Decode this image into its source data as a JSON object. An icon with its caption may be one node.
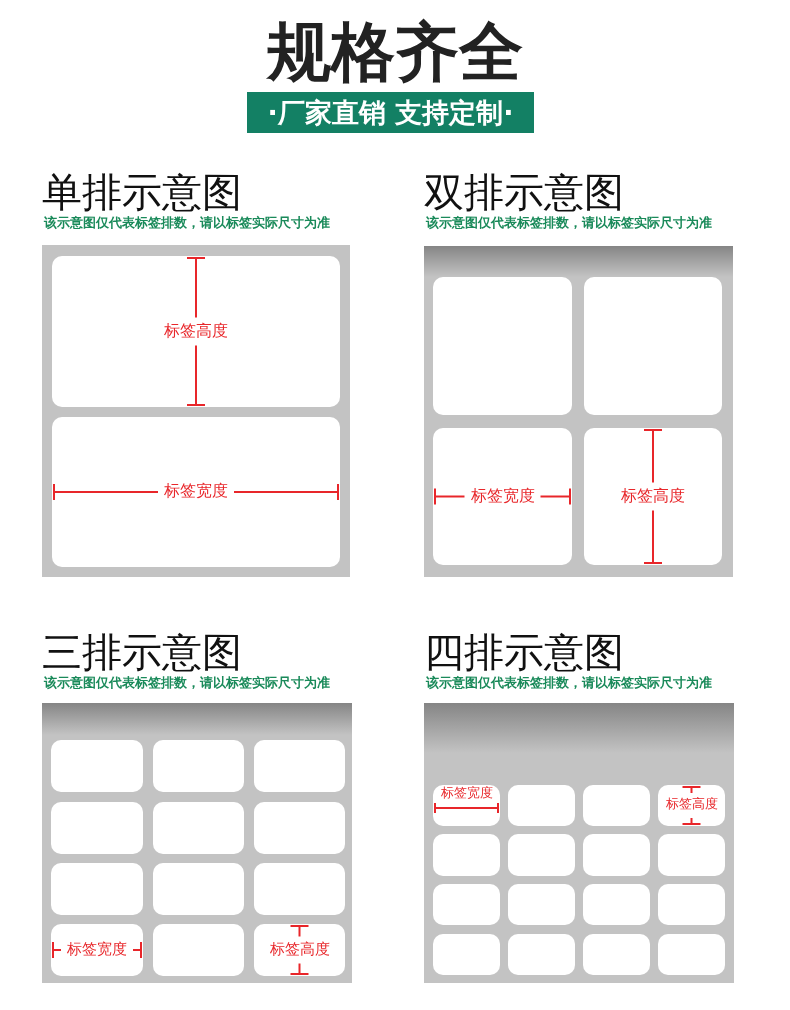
{
  "diagram": {
    "title": "规格齐全",
    "nodes": [
      {
        "text": [
          "·厂家直销 支持定制·"
        ]
      },
      {
        "text": [
          "单排示意图",
          "该示意图仅代表标签排数，请以标签实际尺寸为准"
        ]
      },
      {
        "text": [
          "标签高度"
        ],
        "in": 1
      },
      {
        "text": [
          "标签宽度"
        ],
        "in": 1
      },
      {
        "text": [
          "双排示意图",
          "该示意图仅代表标签排数，请以标签实际尺寸为准"
        ]
      },
      {
        "text": [],
        "shape": "box",
        "in": 4
      },
      {
        "text": [],
        "shape": "box",
        "in": 4
      },
      {
        "text": [
          "标签宽度"
        ],
        "in": 4
      },
      {
        "text": [
          "标签高度"
        ],
        "in": 4
      },
      {
        "text": [
          "三排示意图",
          "该示意图仅代表标签排数，请以标签实际尺寸为准"
        ]
      },
      {
        "text": [],
        "shape": "box",
        "in": 9
      },
      {
        "text": [],
        "shape": "box",
        "in": 9
      },
      {
        "text": [],
        "shape": "box",
        "in": 9
      },
      {
        "text": [],
        "shape": "box",
        "in": 9
      },
      {
        "text": [],
        "shape": "box",
        "in": 9
      },
      {
        "text": [],
        "shape": "box",
        "in": 9
      },
      {
        "text": [],
        "shape": "box",
        "in": 9
      },
      {
        "text": [],
        "shape": "box",
        "in": 9
      },
      {
        "text": [],
        "shape": "box",
        "in": 9
      },
      {
        "text": [
          "标签宽度"
        ],
        "in": 9
      },
      {
        "text": [],
        "shape": "box",
        "in": 9
      },
      {
        "text": [
          "标签高度"
        ],
        "in": 9
      },
      {
        "text": [
          "四排示意图",
          "该示意图仅代表标签排数，请以标签实际尺寸为准"
        ]
      },
      {
        "text": [
          "标签宽度"
        ],
        "in": 22
      },
      {
        "text": [],
        "shape": "box",
        "in": 22
      },
      {
        "text": [],
        "shape": "box",
        "in": 22
      },
      {
        "text": [
          "标签高度"
        ],
        "in": 22
      },
      {
        "text": [],
        "shape": "box",
        "in": 22
      },
      {
        "text": [],
        "shape": "box",
        "in": 22
      },
      {
        "text": [],
        "shape": "box",
        "in": 22
      },
      {
        "text": [],
        "shape": "box",
        "in": 22
      },
      {
        "text": [],
        "shape": "box",
        "in": 22
      },
      {
        "text": [],
        "shape": "box",
        "in": 22
      },
      {
        "text": [],
        "shape": "box",
        "in": 22
      },
      {
        "text": [],
        "shape": "box",
        "in": 22
      },
      {
        "text": [],
        "shape": "box",
        "in": 22
      },
      {
        "text": [],
        "shape": "box",
        "in": 22
      },
      {
        "text": [],
        "shape": "box",
        "in": 22
      },
      {
        "text": [],
        "shape": "box",
        "in": 22
      }
    ]
  }
}
